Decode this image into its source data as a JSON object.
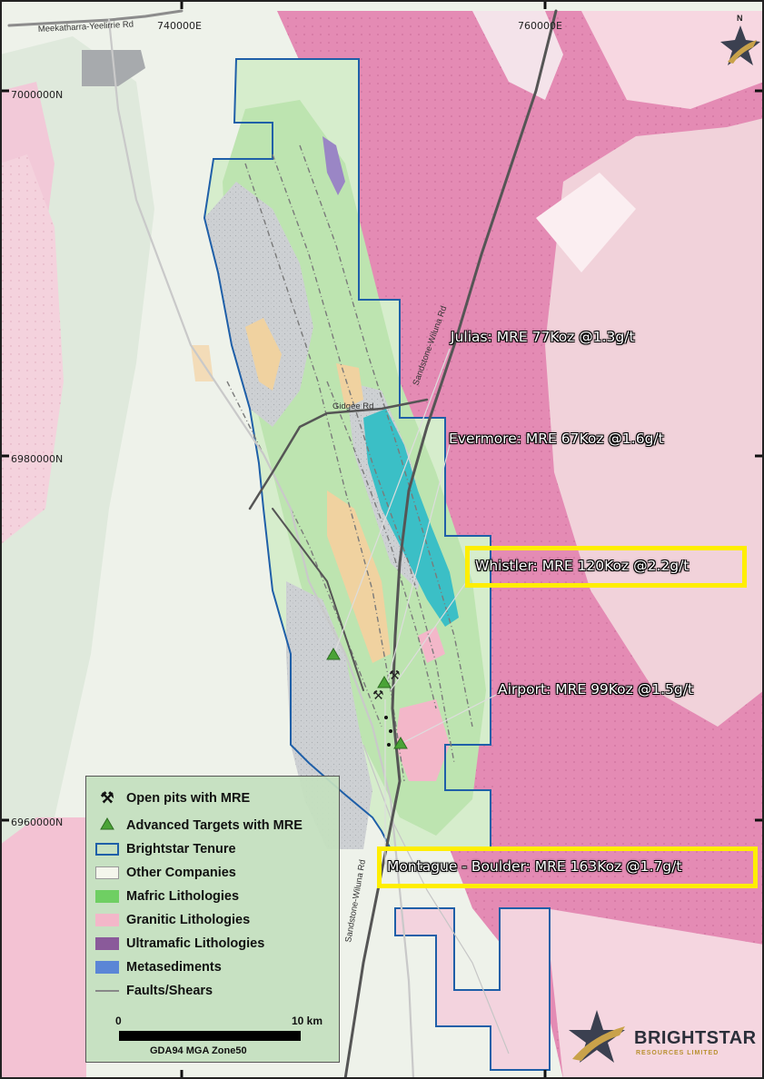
{
  "map": {
    "coords": {
      "e740": "740000E",
      "e760": "760000E",
      "n7000": "7000000N",
      "n6980": "6980000N",
      "n6960": "6960000N"
    },
    "roads": {
      "meekatharra": "Meekatharra-Yeelirrie Rd",
      "sandstone_north": "Sandstone-Wiluna Rd",
      "gidgee": "Gidgee Rd",
      "sandstone_south": "Sandstone-Wiluna Rd"
    },
    "north_label": "N"
  },
  "callouts": [
    {
      "id": "julias",
      "text": "Julias: MRE 77Koz @1.3g/t",
      "highlighted": false
    },
    {
      "id": "evermore",
      "text": "Evermore: MRE 67Koz @1.6g/t",
      "highlighted": false
    },
    {
      "id": "whistler",
      "text": "Whistler: MRE 120Koz @2.2g/t",
      "highlighted": true
    },
    {
      "id": "airport",
      "text": "Airport: MRE 99Koz @1.5g/t",
      "highlighted": false
    },
    {
      "id": "montague",
      "text": "Montague - Boulder: MRE 163Koz @1.7g/t",
      "highlighted": true
    }
  ],
  "legend": {
    "items": [
      {
        "label": "Open pits with MRE",
        "icon": "pick-axe-icon"
      },
      {
        "label": "Advanced Targets with MRE",
        "icon": "triangle-icon",
        "color": "#4aa336"
      },
      {
        "label": "Brightstar Tenure",
        "color": "#1f5fa8"
      },
      {
        "label": "Other Companies",
        "color": "#f4f6ec"
      },
      {
        "label": "Mafric Lithologies",
        "color": "#6fcf63"
      },
      {
        "label": "Granitic Lithologies",
        "color": "#f3b7c9"
      },
      {
        "label": "Ultramafic Lithologies",
        "color": "#8a5a9a"
      },
      {
        "label": "Metasediments",
        "color": "#5b86d6"
      },
      {
        "label": "Faults/Shears",
        "color": "#888888"
      }
    ],
    "scale": {
      "start": "0",
      "end": "10 km"
    },
    "projection": "GDA94 MGA Zone50"
  },
  "brand": {
    "name": "BRIGHTSTAR",
    "tagline": "RESOURCES LIMITED"
  },
  "colors": {
    "granite_pink": "#e48bb4",
    "mafic_green": "#cfe8c4",
    "tenure_blue": "#1f5fa8",
    "highlight_yellow": "#ffee00",
    "metasediment_cyan": "#3bbfc6"
  }
}
